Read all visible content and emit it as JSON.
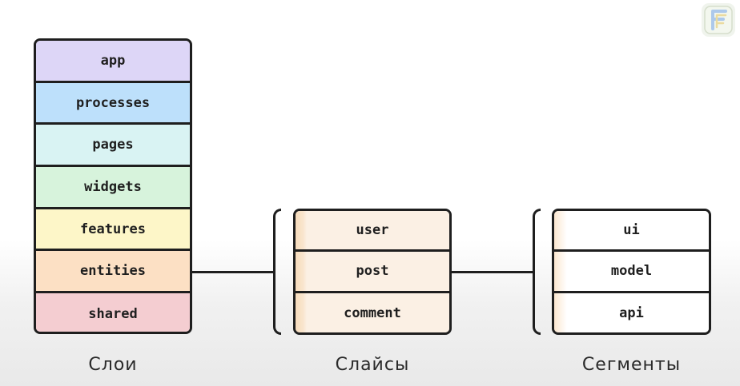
{
  "layers": {
    "caption": "Слои",
    "items": [
      {
        "label": "app",
        "color": "#ddd6f7"
      },
      {
        "label": "processes",
        "color": "#bde0fb"
      },
      {
        "label": "pages",
        "color": "#d9f3f3"
      },
      {
        "label": "widgets",
        "color": "#d7f3dc"
      },
      {
        "label": "features",
        "color": "#fdf6c8"
      },
      {
        "label": "entities",
        "color": "#fce0c4"
      },
      {
        "label": "shared",
        "color": "#f4cdd1"
      }
    ]
  },
  "slices": {
    "caption": "Слайсы",
    "items": [
      "user",
      "post",
      "comment"
    ]
  },
  "segments": {
    "caption": "Сегменты",
    "items": [
      "ui",
      "model",
      "api"
    ]
  },
  "logo": {
    "icon": "fsd-logo-icon"
  }
}
